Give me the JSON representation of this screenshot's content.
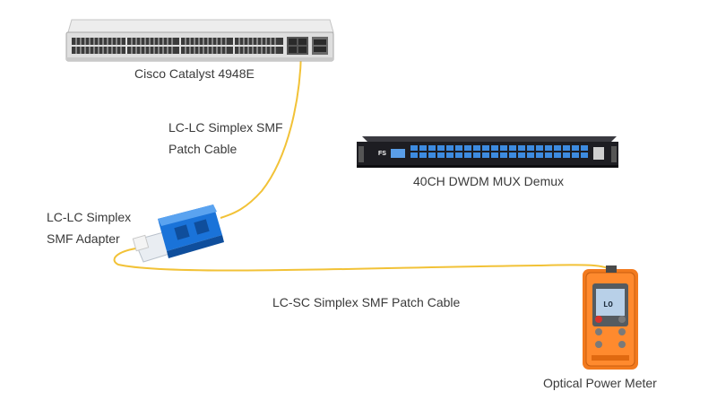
{
  "devices": {
    "switch": {
      "name": "Cisco Catalyst 4948E"
    },
    "mux": {
      "name": "40CH DWDM MUX Demux",
      "brand": "FS"
    },
    "adapter": {
      "name_line1": "LC-LC Simplex",
      "name_line2": "SMF Adapter"
    },
    "power_meter": {
      "name": "Optical Power Meter",
      "display": "LO"
    }
  },
  "cables": {
    "lc_lc": {
      "line1": "LC-LC Simplex SMF",
      "line2": "Patch Cable"
    },
    "lc_sc": {
      "label": "LC-SC Simplex SMF Patch Cable"
    }
  },
  "colors": {
    "fiber": "#f2c237",
    "adapter_blue": "#1a73d9",
    "meter_orange": "#f27a1e",
    "rack_dark": "#1d1d22"
  }
}
